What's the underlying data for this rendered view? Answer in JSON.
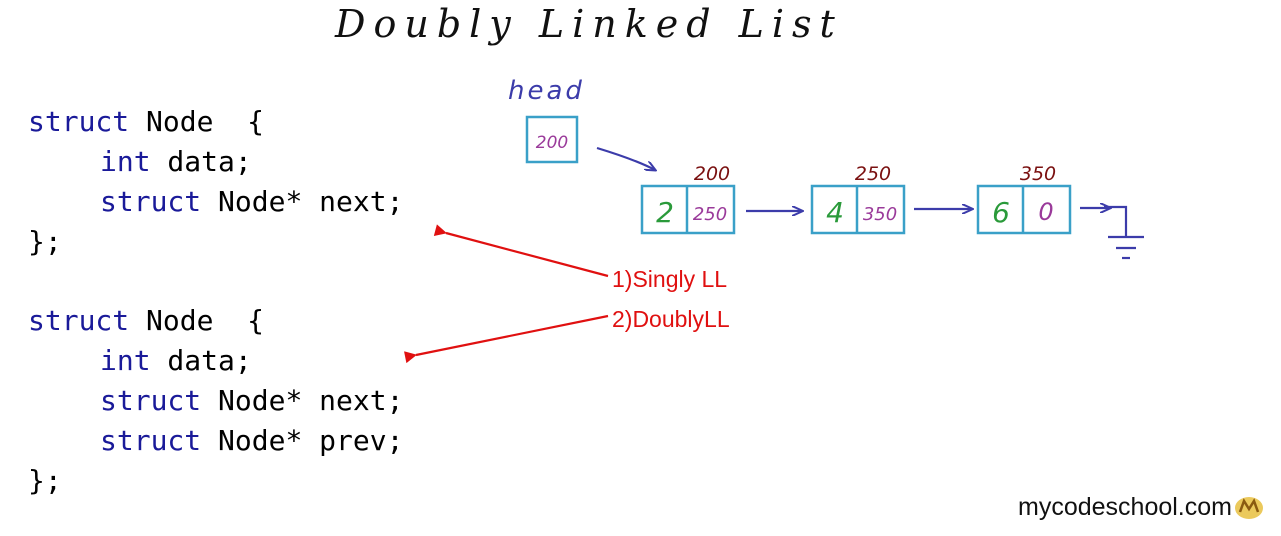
{
  "title": "Doubly Linked List",
  "code_blocks": [
    {
      "lines": [
        {
          "indent": 0,
          "keyword": "struct",
          "rest": " Node  {"
        },
        {
          "indent": 1,
          "keyword": "int",
          "rest": " data;"
        },
        {
          "indent": 1,
          "keyword": "struct",
          "rest": " Node* next;"
        },
        {
          "indent": 0,
          "keyword": "",
          "rest": "};"
        }
      ]
    },
    {
      "lines": [
        {
          "indent": 0,
          "keyword": "struct",
          "rest": " Node  {"
        },
        {
          "indent": 1,
          "keyword": "int",
          "rest": " data;"
        },
        {
          "indent": 1,
          "keyword": "struct",
          "rest": " Node* next;"
        },
        {
          "indent": 1,
          "keyword": "struct",
          "rest": " Node* prev;"
        },
        {
          "indent": 0,
          "keyword": "",
          "rest": "};"
        }
      ]
    }
  ],
  "linked_list": {
    "head_label": "head",
    "head_value": "200",
    "nodes": [
      {
        "address": "200",
        "data": "2",
        "next": "250"
      },
      {
        "address": "250",
        "data": "4",
        "next": "350"
      },
      {
        "address": "350",
        "data": "6",
        "next": "0"
      }
    ]
  },
  "annotations": {
    "singly": "1)Singly LL",
    "doubly": "2)DoublyLL"
  },
  "watermark": "mycodeschool.com",
  "colors": {
    "keyword": "#1a1a99",
    "box": "#3aa0c8",
    "arrow": "#3c3caa",
    "data_digit": "#2a9a3a",
    "pointer_digit": "#9a3a9a",
    "address": "#7a1010",
    "annotation": "#e01010",
    "ground": "#3c3caa"
  }
}
